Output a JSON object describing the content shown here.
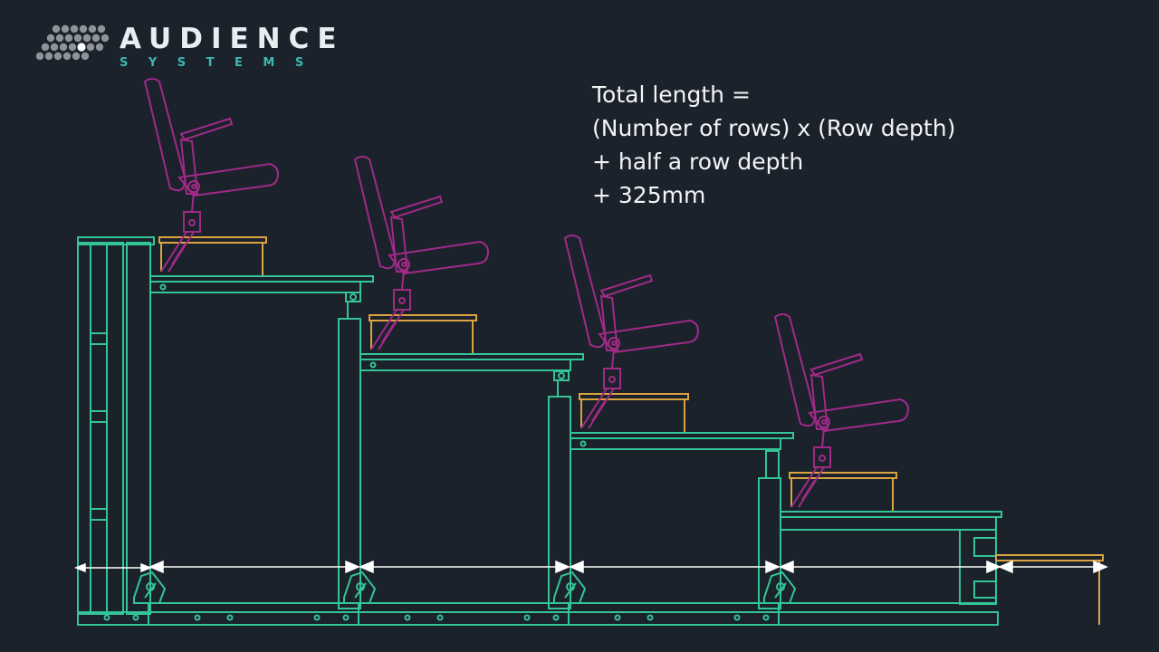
{
  "logo": {
    "name": "AUDIENCE",
    "tagline": "SYSTEMS"
  },
  "formula": {
    "lines": [
      "Total length =",
      "(Number of rows) x (Row depth)",
      "+ half a row depth",
      "+ 325mm"
    ]
  },
  "colors": {
    "background": "#1b222c",
    "structure": "#33c497",
    "seat": "#a02a86",
    "platform": "#dba43f",
    "dimension": "#ffffff",
    "logo_accent": "#3cb7b2"
  },
  "drawing": {
    "row_count": 4,
    "dimension_segments": 6
  }
}
